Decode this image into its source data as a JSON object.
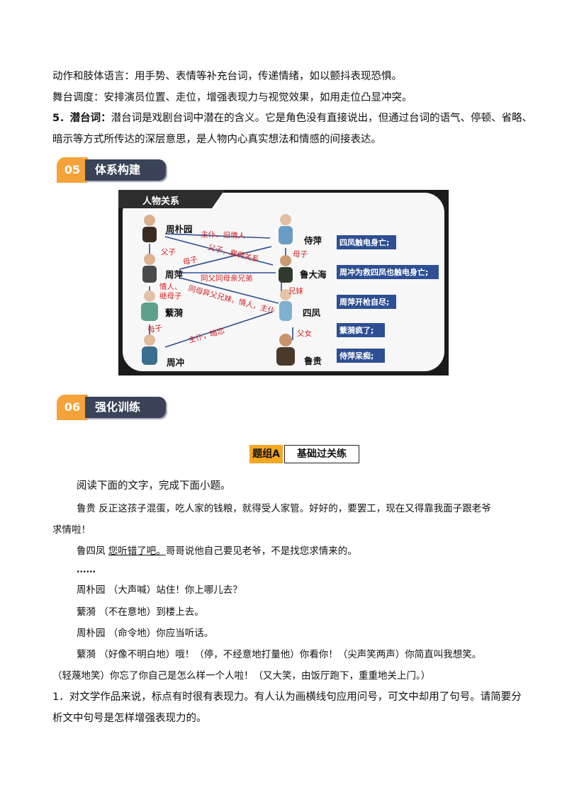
{
  "intro": {
    "line1": "动作和肢体语言：用手势、表情等补充台词，传递情绪，如以颤抖表现恐惧。",
    "line2": "舞台调度：安排演员位置、走位，增强表现力与视觉效果，如用走位凸显冲突。",
    "item5_label": "5．潜台词：",
    "item5_text": "潜台词是戏剧台词中潜在的含义。它是角色没有直接说出，但通过台词的语气、停顿、省略、",
    "item5_text2": "暗示等方式所传达的深层意思，是人物内心真实想法和情感的间接表达。"
  },
  "sections": {
    "s05_num": "05",
    "s05_label": "体系构建",
    "s06_num": "06",
    "s06_label": "强化训练"
  },
  "diagram": {
    "title": "人物关系",
    "names": {
      "zhoupuyuan": "周朴园",
      "shiping": "侍萍",
      "zhouping": "周萍",
      "ludahai": "鲁大海",
      "fanyi": "蘩漪",
      "sifeng": "四凤",
      "zhouchong": "周冲",
      "lugui": "鲁贵"
    },
    "relations": {
      "r1": "主仆、旧情人",
      "r2": "父子，雇佣关系",
      "r3": "父子",
      "r4": "母子",
      "r5": "母子",
      "r6": "同父同母亲兄弟",
      "r7": "情人、",
      "r8": "继母子",
      "r9": "同母异父兄妹，情人，主仆",
      "r10": "兄妹",
      "r11": "母子",
      "r12": "主仆，暗恋",
      "r13": "父女"
    },
    "fates": [
      "四凤触电身亡;",
      "周冲为救四凤也触电身亡;",
      "周萍开枪自尽;",
      "蘩漪疯了;",
      "侍萍呆痴;"
    ]
  },
  "exercise": {
    "tag_a": "题组A",
    "tag_b": "基础过关练",
    "instruction": "阅读下面的文字，完成下面小题。",
    "p1a": "鲁贵 反正这孩子混蛋，吃人家的钱粮，就得受人家管。好好的，要罢工，现在又得靠我面子跟老爷",
    "p1b": "求情啦！",
    "p2_speaker": "鲁四凤 ",
    "p2_underlined": "您听错了吧。",
    "p2_rest": "哥哥说他自己要见老爷，不是找您求情来的。",
    "ellipsis": "……",
    "p3": "周朴园 （大声喊）站住！你上哪儿去？",
    "p4": "蘩漪 （不在意地）到楼上去。",
    "p5": "周朴园 （命令地）你应当听话。",
    "p6a": "蘩漪 （好像不明白地）哦！（停，不经意地打量他）你看你！（尖声笑两声）你简直叫我想笑。",
    "p6b": "（轻蔑地笑）你忘了你自己是怎么样一个人啦！（又大笑，由饭厅跑下，重重地关上门。）",
    "q1a": "1．对文学作品来说，标点有时很有表现力。有人认为画横线句应用问号，可文中却用了句号。请简要分",
    "q1b": "析文中句号是怎样增强表现力的。"
  },
  "colors": {
    "orange": "#f6a23a",
    "navy": "#3a4357",
    "red": "#d62020",
    "blue": "#2e4f93"
  }
}
